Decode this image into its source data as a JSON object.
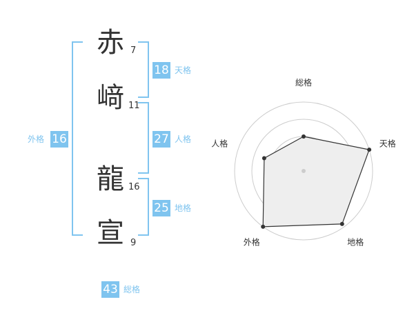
{
  "name": {
    "chars": [
      {
        "char": "赤",
        "strokes": "7"
      },
      {
        "char": "﨑",
        "strokes": "11"
      },
      {
        "char": "龍",
        "strokes": "16"
      },
      {
        "char": "宣",
        "strokes": "9"
      }
    ]
  },
  "kaku": {
    "tenkaku": {
      "value": "18",
      "label": "天格"
    },
    "jinkaku": {
      "value": "27",
      "label": "人格"
    },
    "chikaku": {
      "value": "25",
      "label": "地格"
    },
    "gaikaku": {
      "value": "16",
      "label": "外格"
    },
    "soukaku": {
      "value": "43",
      "label": "総格"
    }
  },
  "colors": {
    "accent": "#7fc4ef",
    "text": "#333333",
    "radar_fill": "#eeeeee",
    "grid": "#cccccc"
  },
  "chart_data": {
    "type": "radar",
    "axes": [
      "総格",
      "天格",
      "地格",
      "外格",
      "人格"
    ],
    "values": [
      0.5,
      1.0,
      0.95,
      1.0,
      0.6
    ],
    "rings": 4
  }
}
